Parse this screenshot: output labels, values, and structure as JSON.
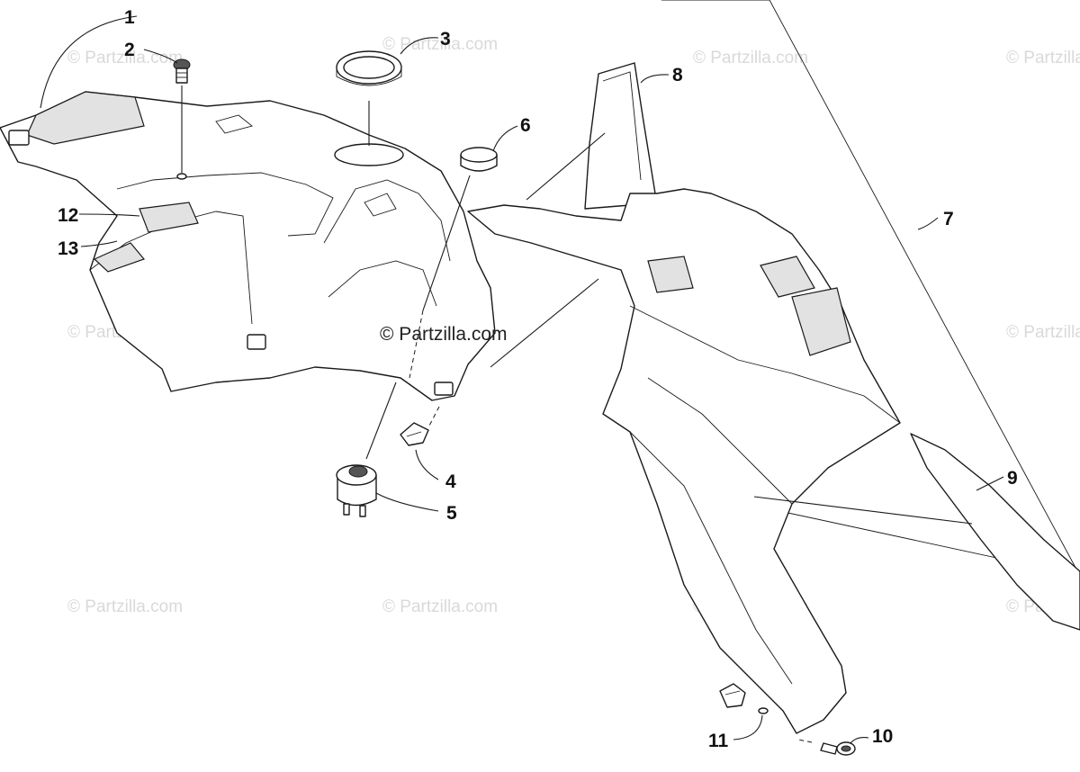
{
  "watermark": {
    "text": "© Partzilla.com",
    "center_text": "© Partzilla.com"
  },
  "callouts": [
    {
      "id": "1",
      "label": "1"
    },
    {
      "id": "2",
      "label": "2"
    },
    {
      "id": "3",
      "label": "3"
    },
    {
      "id": "4",
      "label": "4"
    },
    {
      "id": "5",
      "label": "5"
    },
    {
      "id": "6",
      "label": "6"
    },
    {
      "id": "7",
      "label": "7"
    },
    {
      "id": "8",
      "label": "8"
    },
    {
      "id": "9",
      "label": "9"
    },
    {
      "id": "10",
      "label": "10"
    },
    {
      "id": "11",
      "label": "11"
    },
    {
      "id": "12",
      "label": "12"
    },
    {
      "id": "13",
      "label": "13"
    }
  ]
}
